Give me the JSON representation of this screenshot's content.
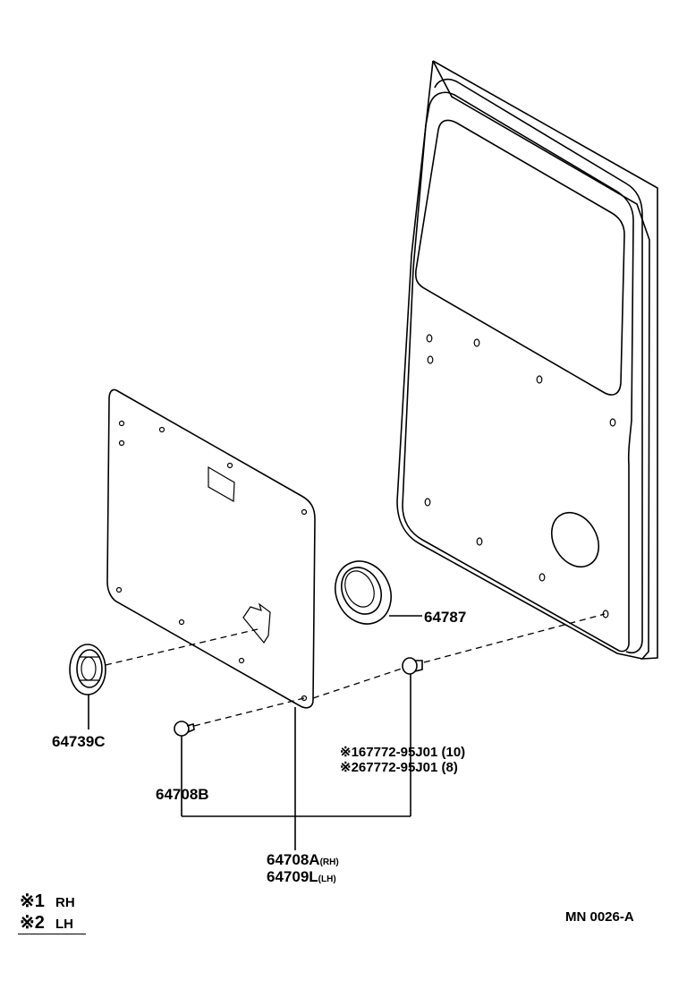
{
  "parts": {
    "grommet": "64787",
    "speaker_cover": "64739C",
    "clip": "64708B",
    "board_rh": "64708A",
    "board_rh_tag": "(RH)",
    "board_lh": "64709L",
    "board_lh_tag": "(LH)",
    "screw_1": "※167772-95J01 (10)",
    "screw_2": "※267772-95J01 (8)"
  },
  "legend": [
    {
      "mark": "※1",
      "text": "RH"
    },
    {
      "mark": "※2",
      "text": "LH"
    }
  ],
  "diagram_code": "MN 0026-A"
}
